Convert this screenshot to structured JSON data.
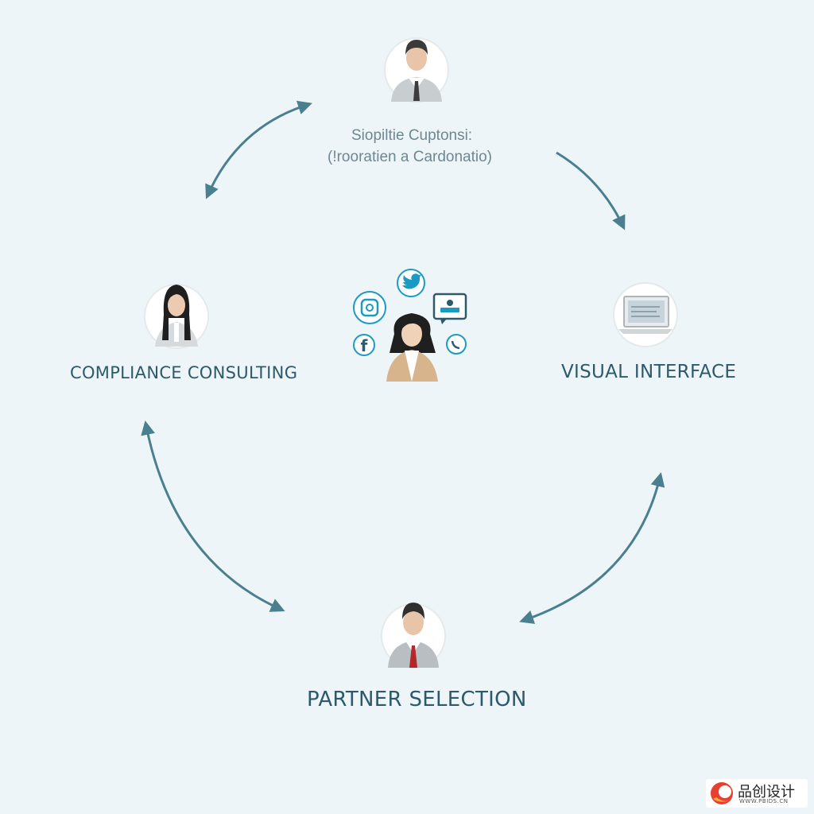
{
  "colors": {
    "background": "#eef5f8",
    "arrow": "#4a7f8f",
    "label": "#2d5a6b",
    "icon_accent": "#1a9bc4"
  },
  "top_node": {
    "icon": "businessman-avatar-icon",
    "line1": "Siopiltie Cuptonsi:",
    "line2": "(!rooratien a Cardonatio)"
  },
  "left_node": {
    "icon": "woman-avatar-icon",
    "label": "COMPLIANCE CONSULTING"
  },
  "right_node": {
    "icon": "laptop-icon",
    "label": "VISUAL INTERFACE"
  },
  "bottom_node": {
    "icon": "businessman-red-tie-icon",
    "label": "PARTNER SELECTION"
  },
  "center": {
    "icons": [
      "instagram-icon",
      "twitter-icon",
      "chat-screen-icon",
      "facebook-icon",
      "whatsapp-icon",
      "woman-center-avatar-icon"
    ],
    "facebook_glyph": "f"
  },
  "watermark": {
    "logo": "watermark-logo-icon",
    "text": "品创设计",
    "sub": "WWW.PBIDS.CN"
  }
}
